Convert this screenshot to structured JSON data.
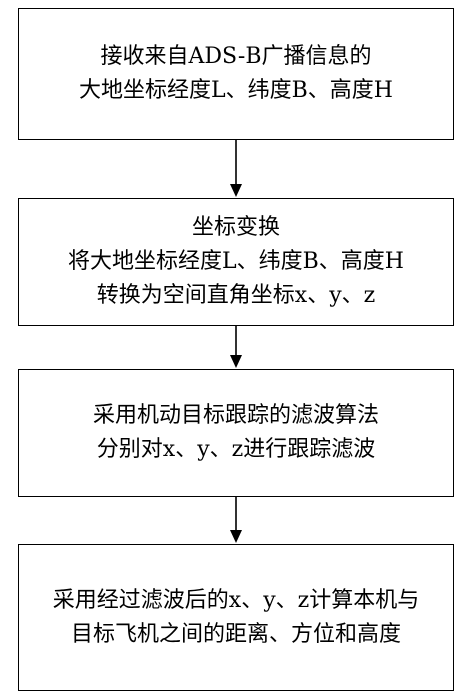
{
  "steps": [
    {
      "lines": [
        "接收来自ADS-B广播信息的",
        "大地坐标经度L、纬度B、高度H"
      ]
    },
    {
      "lines": [
        "坐标变换",
        "将大地坐标经度L、纬度B、高度H",
        "转换为空间直角坐标x、y、z"
      ]
    },
    {
      "lines": [
        "采用机动目标跟踪的滤波算法",
        "分别对x、y、z进行跟踪滤波"
      ]
    },
    {
      "lines": [
        "采用经过滤波后的x、y、z计算本机与",
        "目标飞机之间的距离、方位和高度"
      ]
    }
  ]
}
